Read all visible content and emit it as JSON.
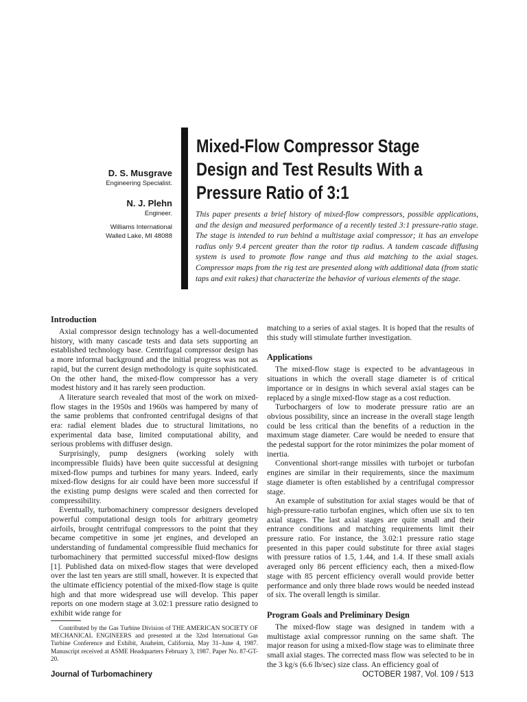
{
  "title": {
    "line1": "Mixed-Flow Compressor Stage",
    "line2": "Design and Test Results With a",
    "line3": "Pressure Ratio of 3:1"
  },
  "authors": [
    {
      "name": "D. S. Musgrave",
      "role": "Engineering Specialist."
    },
    {
      "name": "N. J. Plehn",
      "role": "Engineer."
    }
  ],
  "affiliation": {
    "line1": "Williams International",
    "line2": "Walled Lake, MI 48088"
  },
  "abstract": "This paper presents a brief history of mixed-flow compressors, possible applications, and the design and measured performance of a recently tested 3:1 pressure-ratio stage. The stage is intended to run behind a multistage axial compressor; it has an envelope radius only 9.4 percent greater than the rotor tip radius. A tandem cascade diffusing system is used to promote flow range and thus aid matching to the axial stages. Compressor maps from the rig test are presented along with additional data (from static taps and exit rakes) that characterize the behavior of various elements of the stage.",
  "col1": {
    "heading": "Introduction",
    "p1": "Axial compressor design technology has a well-documented history, with many cascade tests and data sets supporting an established technology base. Centrifugal compressor design has a more informal background and the initial progress was not as rapid, but the current design methodology is quite sophisticated. On the other hand, the mixed-flow compressor has a very modest history and it has rarely seen production.",
    "p2": "A literature search revealed that most of the work on mixed-flow stages in the 1950s and 1960s was hampered by many of the same problems that confronted centrifugal designs of that era: radial element blades due to structural limitations, no experimental data base, limited computational ability, and serious problems with diffuser design.",
    "p3": "Surprisingly, pump designers (working solely with incompressible fluids) have been quite successful at designing mixed-flow pumps and turbines for many years. Indeed, early mixed-flow designs for air could have been more successful if the existing pump designs were scaled and then corrected for compressibility.",
    "p4": "Eventually, turbomachinery compressor designers developed powerful computational design tools for arbitrary geometry airfoils, brought centrifugal compressors to the point that they became competitive in some jet engines, and developed an understanding of fundamental compressible fluid mechanics for turbomachinery that permitted successful mixed-flow designs [1]. Published data on mixed-flow stages that were developed over the last ten years are still small, however. It is expected that the ultimate efficiency potential of the mixed-flow stage is quite high and that more widespread use will develop. This paper reports on one modern stage at 3.02:1 pressure ratio designed to exhibit wide range for"
  },
  "col2": {
    "p0": "matching to a series of axial stages. It is hoped that the results of this study will stimulate further investigation.",
    "heading1": "Applications",
    "p1": "The mixed-flow stage is expected to be advantageous in situations in which the overall stage diameter is of critical importance or in designs in which several axial stages can be replaced by a single mixed-flow stage as a cost reduction.",
    "p2": "Turbochargers of low to moderate pressure ratio are an obvious possibility, since an increase in the overall stage length could be less critical than the benefits of a reduction in the maximum stage diameter. Care would be needed to ensure that the pedestal support for the rotor minimizes the polar moment of inertia.",
    "p3": "Conventional short-range missiles with turbojet or turbofan engines are similar in their requirements, since the maximum stage diameter is often established by a centrifugal compressor stage.",
    "p4": "An example of substitution for axial stages would be that of high-pressure-ratio turbofan engines, which often use six to ten axial stages. The last axial stages are quite small and their entrance conditions and matching requirements limit their pressure ratio. For instance, the 3.02:1 pressure ratio stage presented in this paper could substitute for three axial stages with pressure ratios of 1.5, 1.44, and 1.4. If these small axials averaged only 86 percent efficiency each, then a mixed-flow stage with 85 percent efficiency overall would provide better performance and only three blade rows would be needed instead of six. The overall length is similar.",
    "heading2": "Program Goals and Preliminary Design",
    "p5": "The mixed-flow stage was designed in tandem with a multistage axial compressor running on the same shaft. The major reason for using a mixed-flow stage was to eliminate three small axial stages. The corrected mass flow was selected to be in the 3 kg/s (6.6 lb/sec) size class. An efficiency goal of"
  },
  "footnote": "Contributed by the Gas Turbine Division of THE AMERICAN SOCIETY OF MECHANICAL ENGINEERS and presented at the 32nd International Gas Turbine Conference and Exhibit, Anaheim, California, May 31–June 4, 1987. Manuscript received at ASME Headquarters February 3, 1987. Paper No. 87-GT-20.",
  "footer": {
    "journal": "Journal of Turbomachinery",
    "issue": "OCTOBER 1987, Vol. 109 / 513"
  }
}
